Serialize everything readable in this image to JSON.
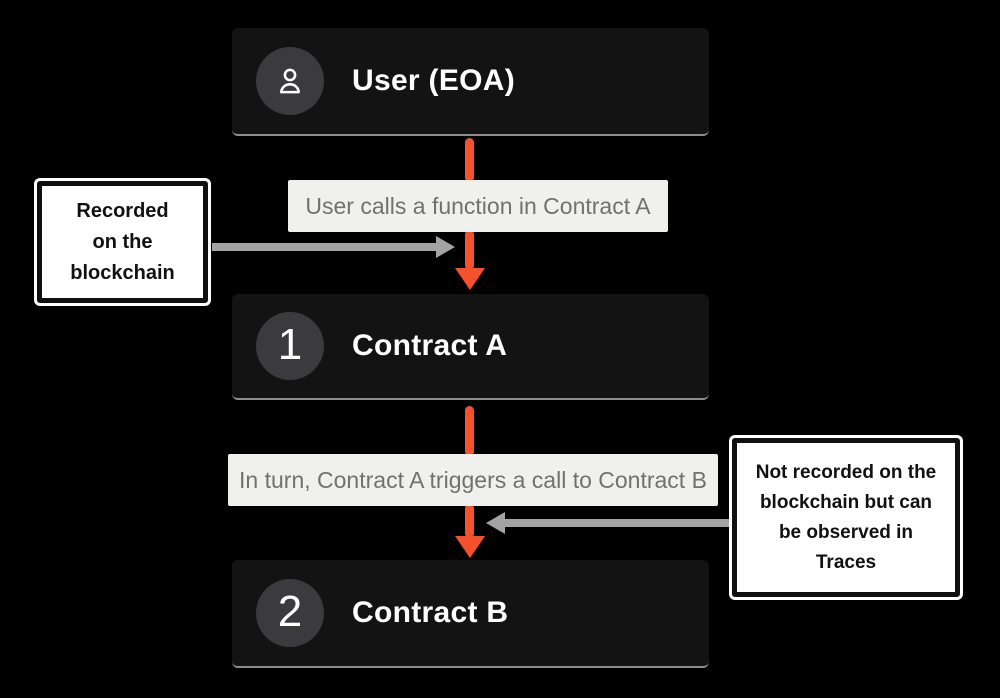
{
  "diagram": {
    "nodes": [
      {
        "id": "user",
        "label": "User (EOA)",
        "badge_type": "icon",
        "badge_icon": "user-icon"
      },
      {
        "id": "contract-a",
        "label": "Contract A",
        "badge_type": "number",
        "badge": "1"
      },
      {
        "id": "contract-b",
        "label": "Contract B",
        "badge_type": "number",
        "badge": "2"
      }
    ],
    "flow_labels": [
      {
        "id": "step-1",
        "text": "User calls a function in Contract A"
      },
      {
        "id": "step-2",
        "text": "In turn, Contract A triggers a call to Contract B"
      }
    ],
    "annotations": [
      {
        "id": "left",
        "text": "Recorded on the blockchain",
        "lines": [
          "Recorded",
          "on the",
          "blockchain"
        ]
      },
      {
        "id": "right",
        "text": "Not recorded on the blockchain but can be observed in Traces",
        "lines": [
          "Not recorded on the",
          "blockchain but can",
          "be observed in",
          "Traces"
        ]
      }
    ],
    "colors": {
      "background": "#000000",
      "node_fill": "#131314",
      "node_text": "#ffffff",
      "badge_fill": "#3b3b3d",
      "arrow_orange": "#f4512c",
      "arrow_gray": "#a3a3a3",
      "flow_label_fill": "#f0f0ef",
      "flow_label_text": "#717171",
      "annotation_fill": "#ffffff",
      "annotation_border": "#101010",
      "annotation_text": "#111111"
    }
  }
}
